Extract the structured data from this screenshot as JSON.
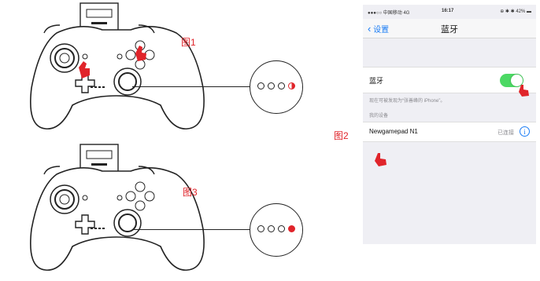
{
  "figure_labels": {
    "fig1": "图1",
    "fig2": "图2",
    "fig3": "图3"
  },
  "colors": {
    "accent_red": "#e0242a",
    "ios_blue": "#1a7cf5",
    "toggle_green": "#4cd964"
  },
  "fig1_leds": [
    "off",
    "off",
    "off",
    "half"
  ],
  "fig3_leds": [
    "off",
    "off",
    "off",
    "on"
  ],
  "phone": {
    "status": {
      "carrier": "●●●○○ 中国移动 4G",
      "time": "16:17",
      "battery": "⊕ ✱ ✱ 42% ▬"
    },
    "nav": {
      "back_label": "设置",
      "title": "蓝牙"
    },
    "bluetooth_label": "蓝牙",
    "bluetooth_on": true,
    "discoverable_text": "现在可被发现为“张善峰的 iPhone”。",
    "my_devices_header": "我的设备",
    "device": {
      "name": "Newgamepad N1",
      "status": "已连接",
      "info_symbol": "i"
    }
  }
}
